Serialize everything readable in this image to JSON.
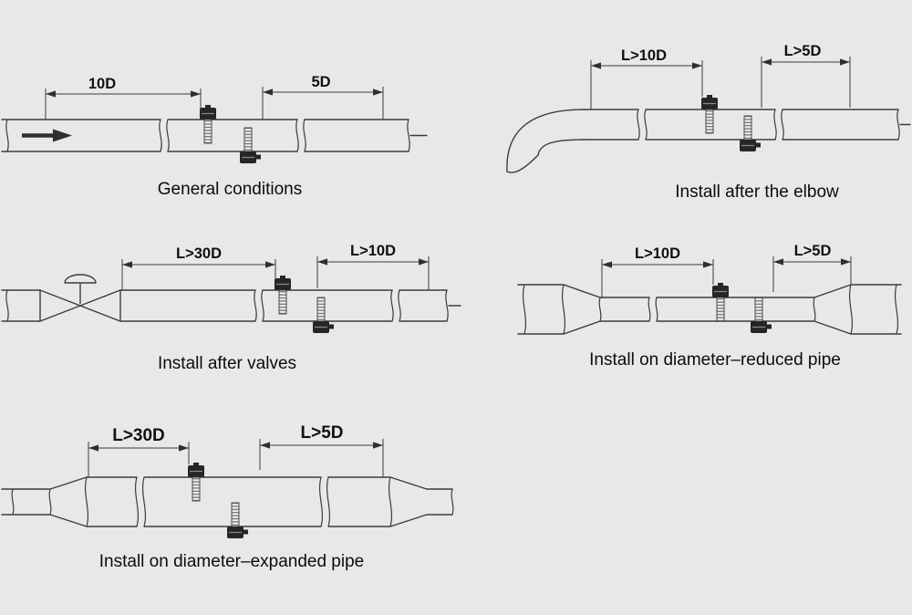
{
  "colors": {
    "background": "#e8e8e8",
    "line": "#3c3c3c",
    "text": "#101010",
    "sensor_fill": "#262626"
  },
  "diagrams": [
    {
      "caption": "General conditions",
      "dim_left": "10D",
      "dim_right": "5D"
    },
    {
      "caption": "Install after the elbow",
      "dim_left": "L>10D",
      "dim_right": "L>5D"
    },
    {
      "caption": "Install after valves",
      "dim_left": "L>30D",
      "dim_right": "L>10D"
    },
    {
      "caption": "Install on diameter–reduced pipe",
      "dim_left": "L>10D",
      "dim_right": "L>5D"
    },
    {
      "caption": "Install on diameter–expanded pipe",
      "dim_left": "L>30D",
      "dim_right": "L>5D"
    }
  ]
}
